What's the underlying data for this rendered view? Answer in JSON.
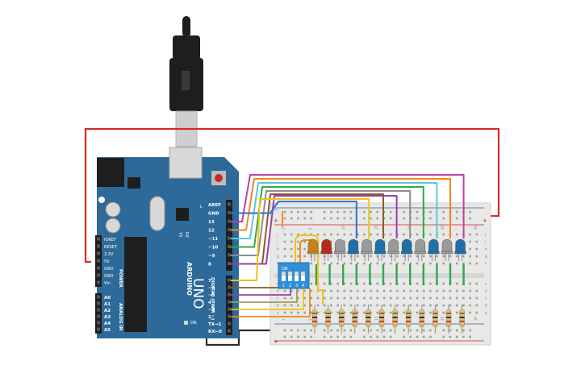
{
  "board": {
    "brand": "ARDUINO",
    "model": "UNO",
    "power_header_title": "POWER",
    "analog_header_title": "ANALOG IN",
    "digital_header_title": "DIGITAL (PWM ~)",
    "power_pins": [
      "IOREF",
      "RESET",
      "3.3V",
      "5V",
      "GND",
      "GND",
      "Vin"
    ],
    "analog_pins": [
      "A0",
      "A1",
      "A2",
      "A3",
      "A4",
      "A5"
    ],
    "digital_pins_top": [
      "AREF",
      "GND",
      "13",
      "12",
      "~11",
      "~10",
      "~9",
      "8"
    ],
    "digital_pins_bottom": [
      "7",
      "~6",
      "~5",
      "4",
      "~3",
      "2",
      "TX→1",
      "RX←0"
    ],
    "led_labels": [
      "TX",
      "RX"
    ],
    "on_label": "ON",
    "l_label": "L"
  },
  "dip_switch": {
    "on_label": "ON",
    "switch_labels": [
      "1",
      "2",
      "3",
      "4"
    ]
  },
  "breadboard": {
    "row_letters_top": [
      "j",
      "i",
      "h",
      "g",
      "f"
    ],
    "row_letters_bottom": [
      "e",
      "d",
      "c",
      "b",
      "a"
    ],
    "column_numbers": [
      "1",
      "5",
      "10",
      "15",
      "20",
      "25",
      "30"
    ],
    "rail_plus": "+",
    "rail_minus": "−"
  },
  "leds": {
    "count": 12,
    "colors": {
      "yellow": "#c8821a",
      "red": "#b32a1c",
      "gray": "#9a9a9a",
      "blue": "#1f6fa8"
    }
  },
  "wire_colors": {
    "red": "#d42b2b",
    "black": "#2b2b2b",
    "yellow": "#f0c419",
    "orange": "#f08a1c",
    "brown": "#8a5a2b",
    "purple": "#9b3fa8",
    "gray": "#8c8c8c",
    "green": "#2fa84a",
    "blue": "#2f6fd1",
    "cyan": "#5ac8d8",
    "magenta": "#c23fa8",
    "olive": "#a09a5a"
  },
  "colors": {
    "board_blue": "#2d6a99",
    "board_dark": "#1f4f75",
    "breadboard": "#e8e8e6",
    "usb_body": "#1e1e1e",
    "usb_metal": "#cfcfcf"
  }
}
